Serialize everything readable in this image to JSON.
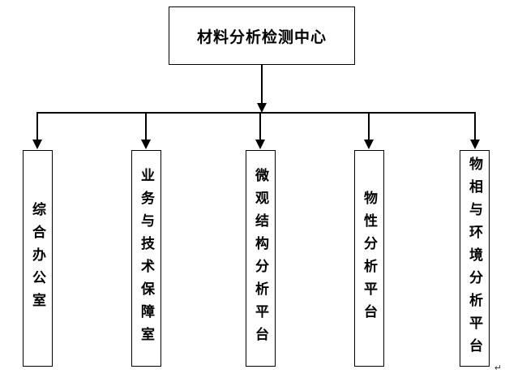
{
  "title": "材料分析检测中心",
  "departments": [
    {
      "label": "综合办公室"
    },
    {
      "label": "业务与技术保障室"
    },
    {
      "label": "微观结构分析平台"
    },
    {
      "label": "物性分析平台"
    },
    {
      "label": "物相与环境分析平台"
    }
  ],
  "return_mark": "↵",
  "colors": {
    "line": "#000000",
    "border": "#000000",
    "background": "#ffffff"
  },
  "chart_data": {
    "type": "org-chart",
    "root": "材料分析检测中心",
    "children": [
      "综合办公室",
      "业务与技术保障室",
      "微观结构分析平台",
      "物性分析平台",
      "物相与环境分析平台"
    ]
  }
}
